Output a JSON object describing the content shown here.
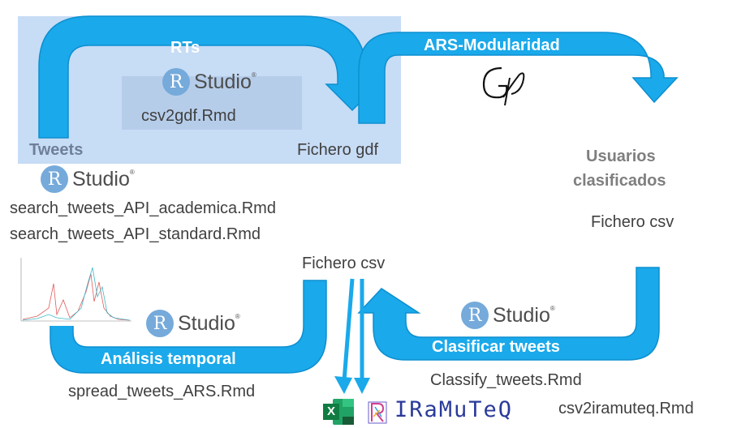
{
  "colors": {
    "arrow": "#1aa9ea",
    "arrow_edge": "#0d8fd0",
    "highlight_box": "#c7dcf5",
    "label_gray": "#7f7f7f",
    "text_dark": "#404040"
  },
  "rstudio": {
    "r": "R",
    "studio": "Studio",
    "reg": "®"
  },
  "nodes": {
    "tweets": {
      "title": "Tweets",
      "scripts": [
        "search_tweets_API_academica.Rmd",
        "search_tweets_API_standard.Rmd"
      ]
    },
    "rts": {
      "arrow_label": "RTs",
      "script": "csv2gdf.Rmd",
      "output": "Fichero gdf"
    },
    "ars": {
      "arrow_label": "ARS-Modularidad",
      "tool_icon": "gephi-logo-icon"
    },
    "usuarios": {
      "title_line1": "Usuarios",
      "title_line2": "clasificados",
      "output": "Fichero csv"
    },
    "clasificar": {
      "arrow_label": "Clasificar tweets",
      "script": "Classify_tweets.Rmd",
      "script2": "csv2iramuteq.Rmd"
    },
    "center": {
      "output": "Fichero csv"
    },
    "temporal": {
      "arrow_label": "Análisis temporal",
      "script": "spread_tweets_ARS.Rmd"
    },
    "tools": {
      "excel": "X",
      "iramuteq": "IRaMuTeQ",
      "excel_icon": "excel-icon",
      "iramuteq_icon": "iramuteq-logo-icon"
    }
  }
}
